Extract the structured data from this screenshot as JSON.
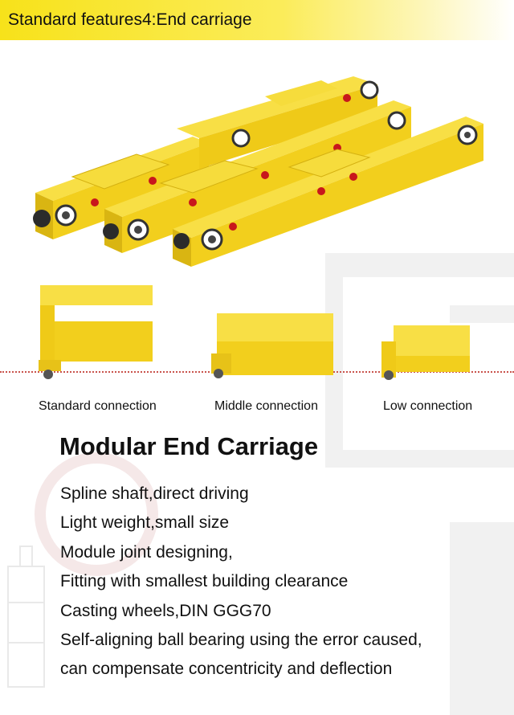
{
  "header": {
    "title": "Standard features4:End carriage"
  },
  "connections": [
    {
      "label": "Standard connection"
    },
    {
      "label": "Middle connection"
    },
    {
      "label": "Low connection"
    }
  ],
  "product": {
    "title": "Modular End Carriage",
    "features": [
      "Spline shaft,direct driving",
      "Light weight,small size",
      "Module joint designing,",
      "Fitting with smallest building clearance",
      "Casting wheels,DIN GGG70",
      "Self-aligning ball bearing using the error caused,",
      "can compensate concentricity and deflection"
    ]
  },
  "colors": {
    "beam_yellow": "#f2cf1d",
    "beam_shadow": "#c9a40f",
    "hole_red": "#c8171c",
    "header_yellow": "#f7e21a"
  }
}
